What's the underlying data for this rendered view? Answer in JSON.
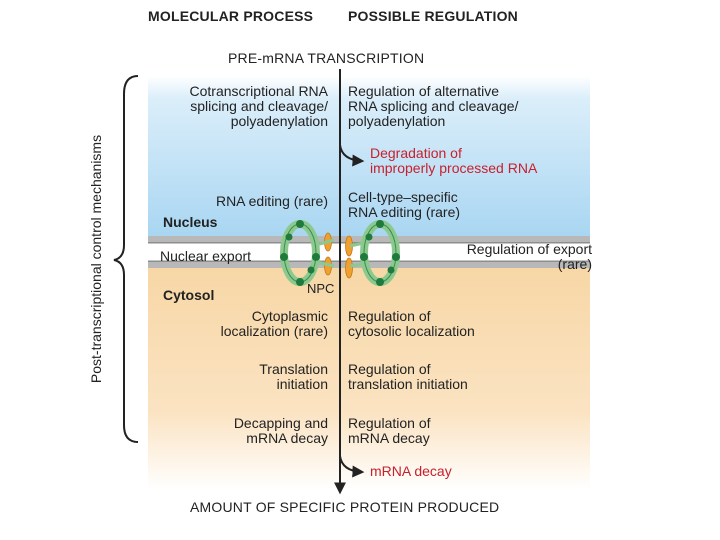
{
  "headers": {
    "left": "MOLECULAR PROCESS",
    "right": "POSSIBLE REGULATION"
  },
  "top_caption": "PRE-mRNA TRANSCRIPTION",
  "bottom_caption": "AMOUNT OF SPECIFIC PROTEIN PRODUCED",
  "side_label": "Post-transcriptional control mechanisms",
  "compartments": {
    "nucleus": "Nucleus",
    "cytosol": "Cytosol",
    "npc": "NPC"
  },
  "processes": [
    "Cotranscriptional RNA\nsplicing and cleavage/\npolyadenylation",
    "RNA editing (rare)",
    "Nuclear export",
    "Cytoplasmic\nlocalization (rare)",
    "Translation\ninitiation",
    "Decapping and\nmRNA decay"
  ],
  "regulation": [
    "Regulation of alternative\nRNA splicing and cleavage/\npolyadenylation",
    "Cell-type–specific\nRNA editing (rare)",
    "Regulation of export\n(rare)",
    "Regulation of\ncytosolic localization",
    "Regulation of\ntranslation initiation",
    "Regulation of\nmRNA decay"
  ],
  "outcomes": {
    "degradation": "Degradation of\nimproperly processed RNA",
    "decay": "mRNA decay"
  },
  "colors": {
    "nucleus_blue": "#a9d6f2",
    "cytosol_orange": "#f7d7a6",
    "membrane_gray": "#b8b8b8",
    "pore_green": "#8cc98e",
    "pore_dark_green": "#1f7a3c",
    "fibril_orange": "#f0a030",
    "red_text": "#c8202c"
  }
}
